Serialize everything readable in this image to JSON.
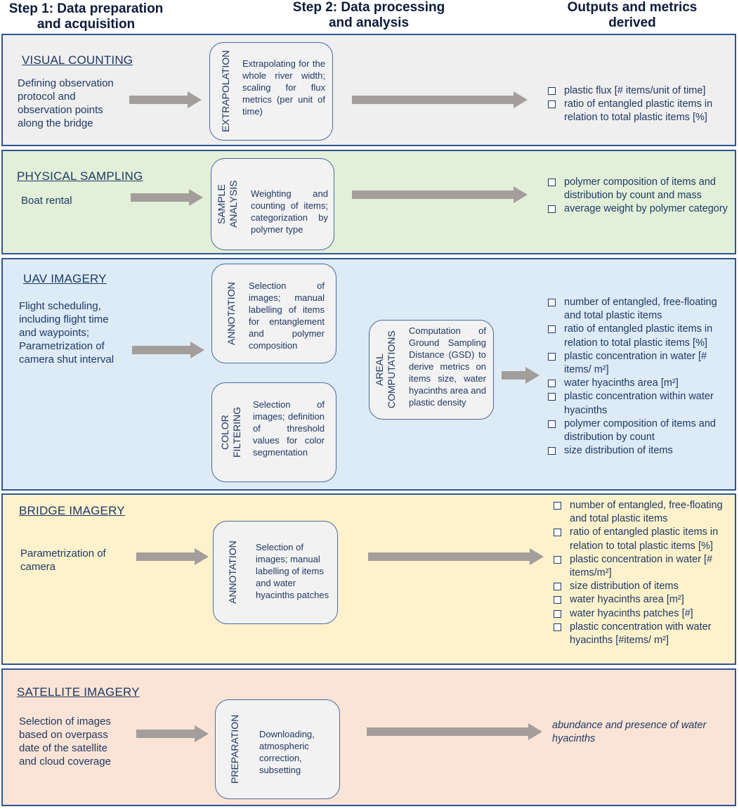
{
  "headers": {
    "step1": "Step 1: Data preparation and acquisition",
    "step2": "Step 2: Data processing and analysis",
    "outputs": "Outputs and metrics derived"
  },
  "colors": {
    "border": "#2e5591",
    "arrow": "#a39e9b",
    "visual_bg": "#efefef",
    "physical_bg": "#e2f0d9",
    "uav_bg": "#ddebf7",
    "bridge_bg": "#fdf2cc",
    "satellite_bg": "#fbe4d5"
  },
  "visual": {
    "title": "VISUAL COUNTING",
    "input": "Defining observation protocol and observation points along the bridge",
    "box_label": "EXTRAPOLATION",
    "box_text": "Extrapolating for the whole river width; scaling for flux metrics (per unit of time)",
    "outputs": [
      "plastic flux [# items/unit of time]",
      "ratio of entangled plastic items in relation to total plastic items [%]"
    ]
  },
  "physical": {
    "title": "PHYSICAL SAMPLING",
    "input": "Boat rental",
    "box_label_1": "SAMPLE",
    "box_label_2": "ANALYSIS",
    "box_text": "Weighting and counting of items; categorization by polymer type",
    "outputs": [
      "polymer composition of items and distribution by count and mass",
      "average weight by polymer category"
    ]
  },
  "uav": {
    "title": "UAV IMAGERY",
    "input": "Flight scheduling, including flight time and waypoints; Parametrization of camera shut interval",
    "annot_label": "ANNOTATION",
    "annot_text": "Selection of images; manual labelling of items for entanglement and polymer composition",
    "color_label_1": "COLOR",
    "color_label_2": "FILTERING",
    "color_text": "Selection of images; definition of threshold values for color segmentation",
    "areal_label_1": "AREAL",
    "areal_label_2": "COMPUTATIONS",
    "areal_text": "Computation of Ground Sampling Distance (GSD) to derive metrics on items size, water hyacinths area and plastic density",
    "outputs": [
      "number of entangled, free-floating and total plastic items",
      "ratio of entangled plastic items in relation to total plastic items [%]",
      "plastic concentration in water [# items/ m²]",
      "water hyacinths area [m²]",
      "plastic concentration within water hyacinths",
      "polymer composition of items and distribution by count",
      "size distribution of items"
    ]
  },
  "bridge": {
    "title": "BRIDGE IMAGERY",
    "input": "Parametrization of camera",
    "box_label": "ANNOTATION",
    "box_text": "Selection of images; manual labelling of items and water hyacinths patches",
    "outputs": [
      "number of entangled, free-floating and total plastic items",
      "ratio of entangled plastic items in relation to total plastic items [%]",
      "plastic concentration in water [# items/m²]",
      "size distribution of items",
      "water hyacinths area [m²]",
      "water hyacinths patches [#]",
      "plastic concentration with water hyacinths [#items/ m²]"
    ]
  },
  "satellite": {
    "title": "SATELLITE IMAGERY",
    "input": "Selection of images based on overpass date of the satellite and cloud coverage",
    "box_label": "PREPARATION",
    "box_text": "Downloading, atmospheric correction, subsetting",
    "output": "abundance and presence of water hyacinths"
  }
}
